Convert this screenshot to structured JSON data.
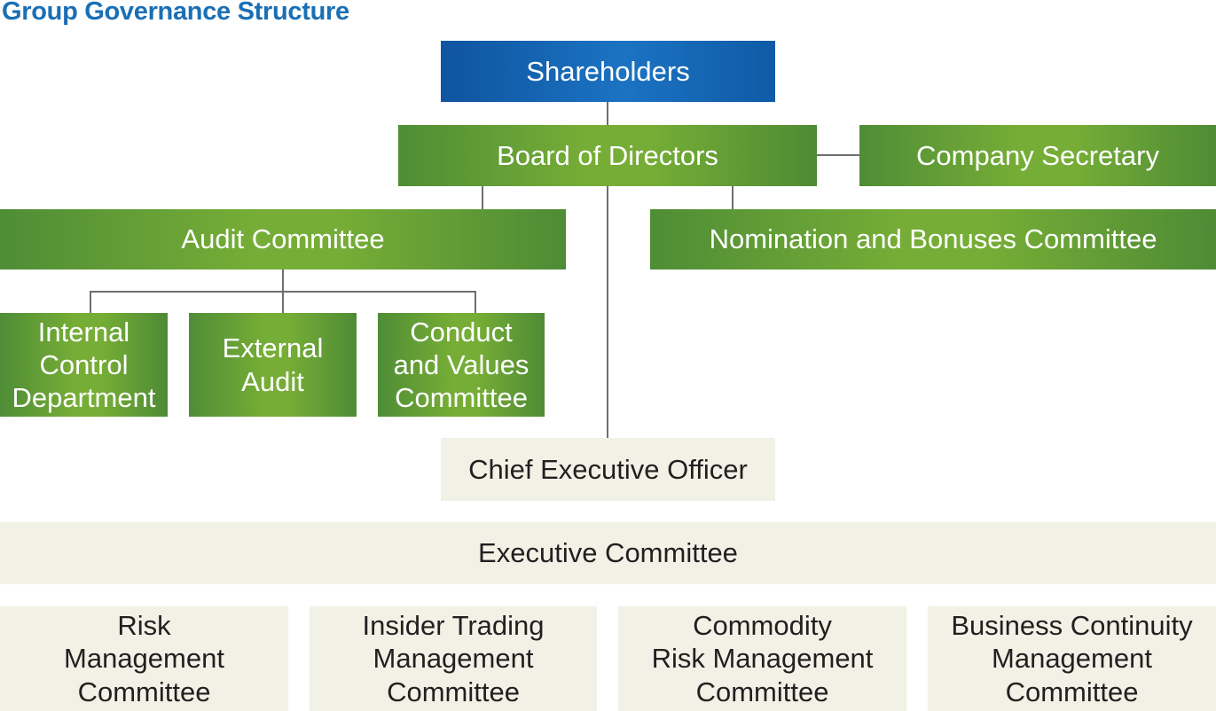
{
  "title": "Group Governance Structure",
  "nodes": {
    "shareholders": "Shareholders",
    "board": "Board of Directors",
    "secretary": "Company Secretary",
    "audit": "Audit Committee",
    "nomination": "Nomination and Bonuses Committee",
    "internal_control": [
      "Internal",
      "Control",
      "Department"
    ],
    "external_audit": [
      "External",
      "Audit"
    ],
    "conduct": [
      "Conduct",
      "and Values",
      "Committee"
    ],
    "ceo": "Chief Executive Officer",
    "executive": "Executive Committee",
    "risk": [
      "Risk",
      "Management",
      "Committee"
    ],
    "insider": [
      "Insider Trading",
      "Management",
      "Committee"
    ],
    "commodity": [
      "Commodity",
      "Risk Management",
      "Committee"
    ],
    "continuity": [
      "Business Continuity",
      "Management",
      "Committee"
    ]
  },
  "colors": {
    "title": "#1a6fb5",
    "top": "#1565b4",
    "board_level": "#6ea536",
    "executive_level": "#f2f1e6",
    "connector": "#6d6e70"
  }
}
